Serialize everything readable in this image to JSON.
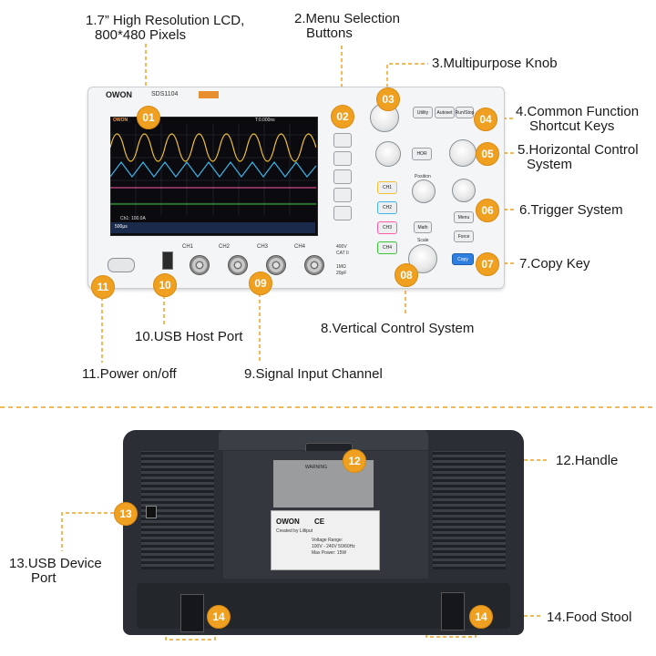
{
  "labels": {
    "lcd_line1": "1.7”  High Resolution LCD,",
    "lcd_line2": "800*480 Pixels",
    "menu_line1": "2.Menu Selection",
    "menu_line2": "Buttons",
    "knob": "3.Multipurpose Knob",
    "common_line1": "4.Common Function",
    "common_line2": "Shortcut Keys",
    "horizontal_line1": "5.Horizontal Control",
    "horizontal_line2": "System",
    "trigger": "6.Trigger System",
    "copy": "7.Copy Key",
    "vertical": "8.Vertical Control System",
    "signal": "9.Signal Input Channel",
    "usb_host": "10.USB Host Port",
    "power": "11.Power on/off",
    "handle": "12.Handle",
    "usb_device_line1": "13.USB Device",
    "usb_device_line2": "Port",
    "stool": "14.Food Stool"
  },
  "badges": [
    "01",
    "02",
    "03",
    "04",
    "05",
    "06",
    "07",
    "08",
    "09",
    "10",
    "11",
    "12",
    "13",
    "14",
    "14"
  ],
  "device": {
    "brand": "OWON",
    "model": "SDS1104",
    "screen_time": "T:0.000ns",
    "screen_info": "Ch1: 100.0A",
    "screen_foot": "500μs",
    "channels": [
      "CH1",
      "CH2",
      "CH3",
      "CH4"
    ],
    "ch_buttons": [
      "CH1",
      "CH2",
      "CH3",
      "CH4"
    ],
    "math": "Math",
    "hor": "HOR",
    "menu": "Menu",
    "force": "Force",
    "copy": "Copy",
    "position": "Position",
    "scale": "Scale",
    "shortcut_keys": [
      "Utility",
      "Autoset",
      "Run/Stop"
    ],
    "rating1": "400V",
    "rating2": "CAT II",
    "rating3": "1MΩ",
    "rating4": "20pF"
  },
  "rear": {
    "brand": "OWON",
    "tagline": "Created by Lilliput",
    "ce": "CE",
    "voltage_title": "Voltage Range:",
    "voltage_value": "100V - 240V  50/60Hz",
    "max_power": "Max Power:  15W",
    "warning": "WARNING"
  },
  "colors": {
    "badge": "#f0a020",
    "ch1": "#f2c230",
    "ch2": "#3fb4e8",
    "ch3": "#ff5aa8",
    "ch4": "#39c639",
    "copy_button": "#2f7fe0"
  }
}
